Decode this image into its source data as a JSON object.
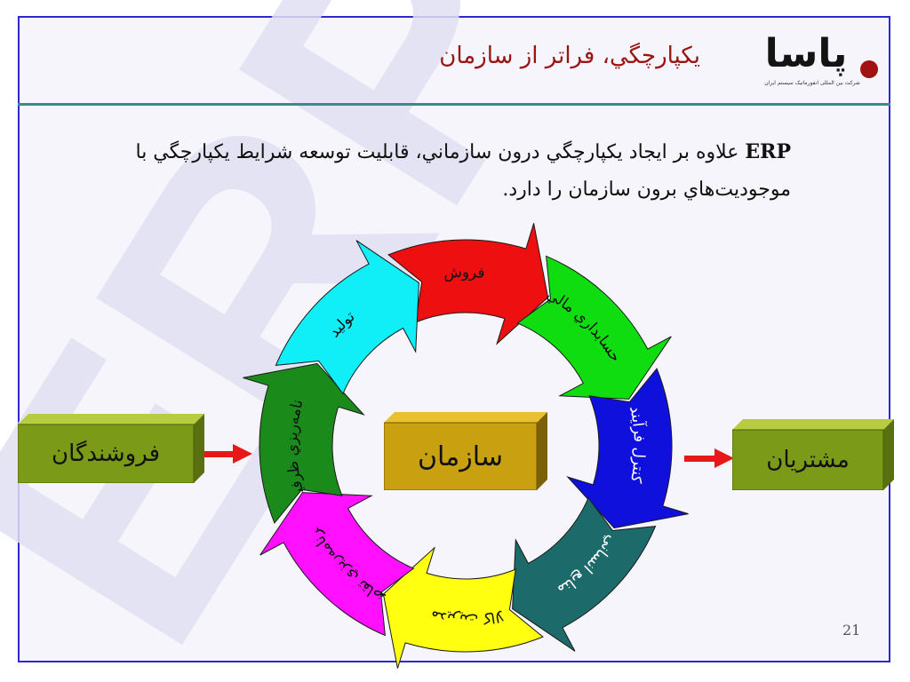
{
  "header": {
    "title": "يكپارچگي، فراتر از سازمان",
    "logo_text": "پاسا",
    "logo_subtitle": "شرکت بین المللی انفورماتیک سیستم ایران"
  },
  "watermark": {
    "text": "ERP"
  },
  "intro": {
    "acronym": "ERP",
    "line1_rest": " علاوه بر ايجاد يكپارچگي درون سازماني، قابليت توسعه شرايط يكپارچگي با",
    "line2": "موجوديت‌هاي برون سازمان را دارد."
  },
  "diagram": {
    "center_label": "سازمان",
    "left_label": "فروشندگان",
    "right_label": "مشتريان",
    "cycle": [
      {
        "id": "sales",
        "label": "فروش",
        "color": "#ee1010"
      },
      {
        "id": "accounting",
        "label": "حسابداري مالي",
        "color": "#10dd10"
      },
      {
        "id": "process",
        "label": "كنترل فرآيند",
        "color": "#1010dd"
      },
      {
        "id": "hr",
        "label": "منابع انساني",
        "color": "#1d6a6a"
      },
      {
        "id": "inventory",
        "label": "مديريت كالا",
        "color": "#ffff10"
      },
      {
        "id": "demand",
        "label": "برنامه‌ريزي تقاضا",
        "color": "#ff10ff"
      },
      {
        "id": "capacity",
        "label": "برنامه‌ريزي ظرفيت",
        "color": "#1a8a1a"
      },
      {
        "id": "production",
        "label": "توليد",
        "color": "#10eef8"
      }
    ]
  },
  "footer": {
    "page_number": "21"
  }
}
